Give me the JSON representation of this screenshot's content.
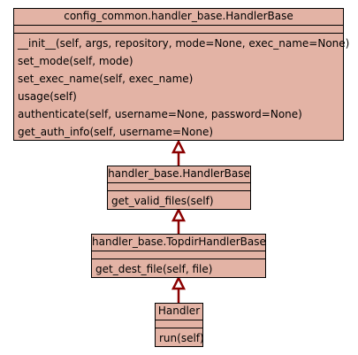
{
  "diagram": {
    "colors": {
      "box_fill": "#e3b3a5",
      "edge": "#8b0000",
      "border": "#000000"
    },
    "classes": [
      {
        "name": "config_common.handler_base.HandlerBase",
        "methods": [
          "__init__(self, args, repository, mode=None, exec_name=None)",
          "set_mode(self, mode)",
          "set_exec_name(self, exec_name)",
          "usage(self)",
          "authenticate(self, username=None, password=None)",
          "get_auth_info(self, username=None)"
        ]
      },
      {
        "name": "handler_base.HandlerBase",
        "methods": [
          "get_valid_files(self)"
        ]
      },
      {
        "name": "handler_base.TopdirHandlerBase",
        "methods": [
          "get_dest_file(self, file)"
        ]
      },
      {
        "name": "Handler",
        "methods": [
          "run(self)"
        ]
      }
    ],
    "inheritance": [
      {
        "from": "handler_base.HandlerBase",
        "to": "config_common.handler_base.HandlerBase"
      },
      {
        "from": "handler_base.TopdirHandlerBase",
        "to": "handler_base.HandlerBase"
      },
      {
        "from": "Handler",
        "to": "handler_base.TopdirHandlerBase"
      }
    ]
  }
}
